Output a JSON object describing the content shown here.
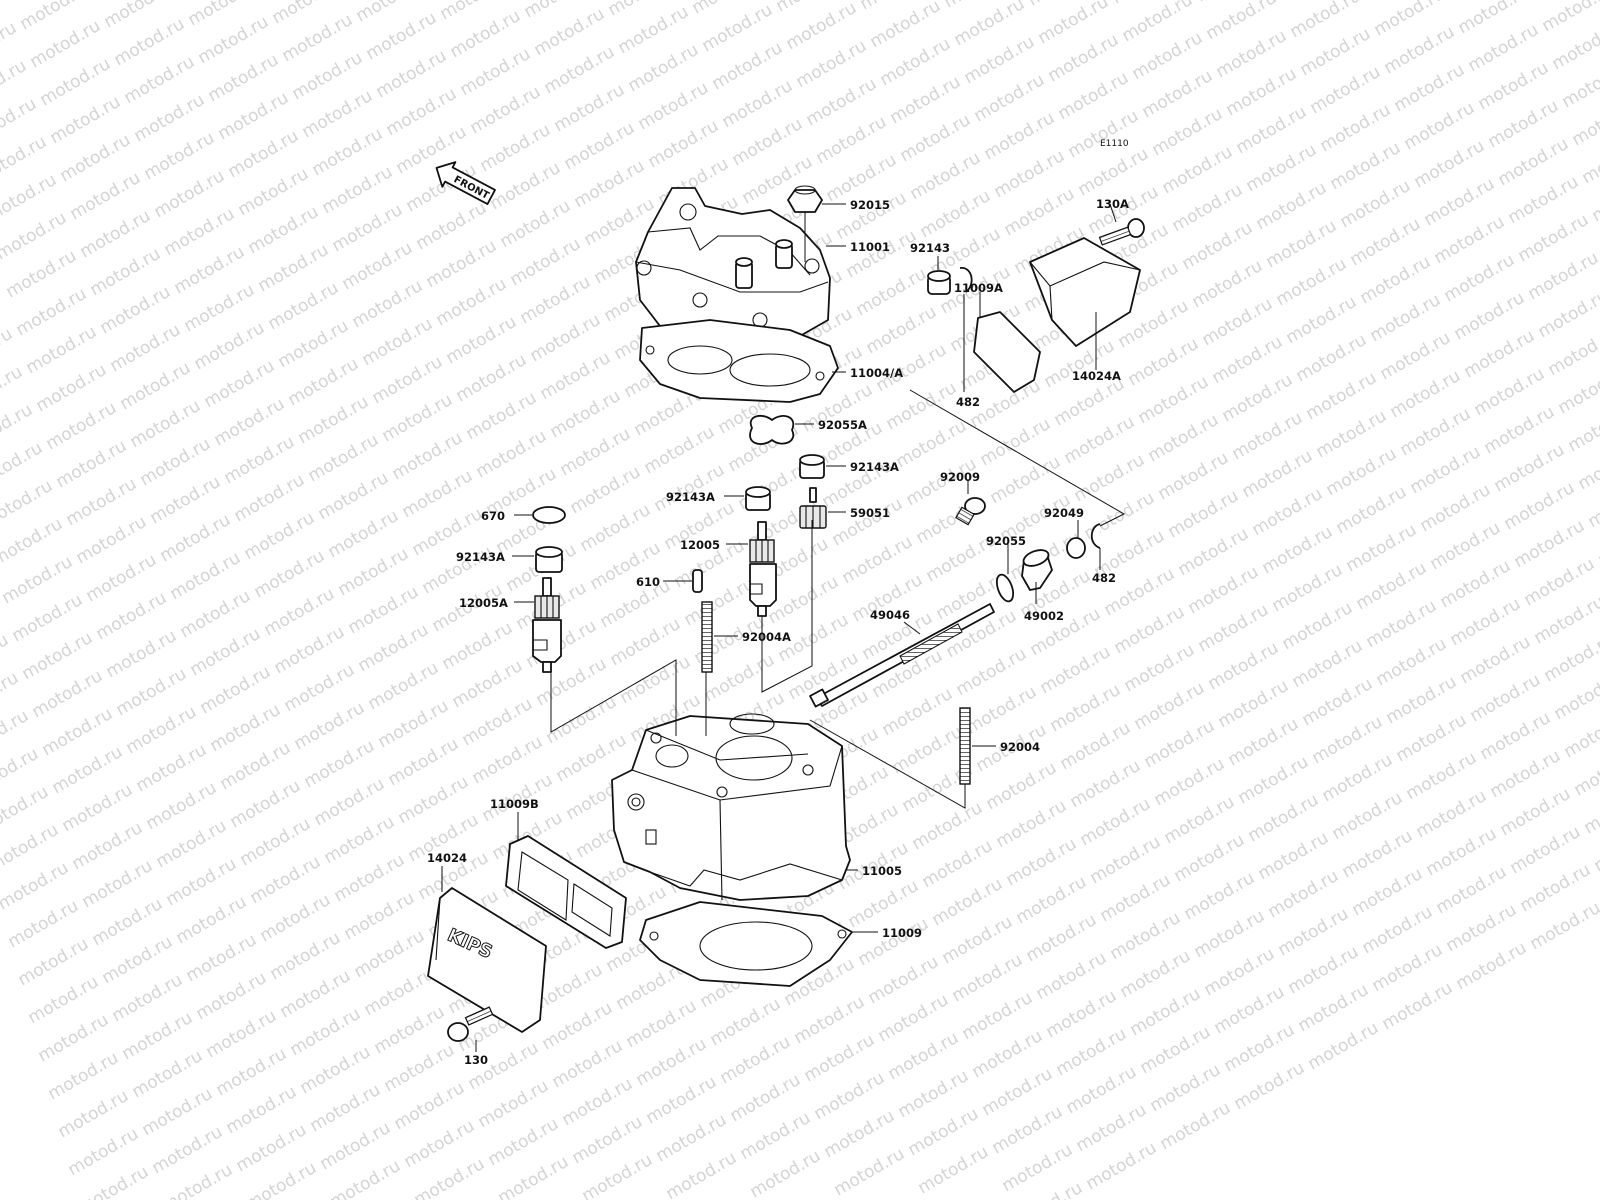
{
  "diagram": {
    "code": "E1110",
    "front_label": "FRONT",
    "cover_text": "KIPS",
    "watermark_text": "motod.ru",
    "labels": {
      "p92015": "92015",
      "p11001": "11001",
      "p11004A": "11004/A",
      "p92055A": "92055A",
      "p92143A_r": "92143A",
      "p92143A_m": "92143A",
      "p59051": "59051",
      "p12005": "12005",
      "p670": "670",
      "p92143A_l": "92143A",
      "p12005A": "12005A",
      "p610": "610",
      "p92004A": "92004A",
      "p130A": "130A",
      "p11009A": "11009A",
      "p92143": "92143",
      "p482_top": "482",
      "p14024A": "14024A",
      "p92009": "92009",
      "p92049": "92049",
      "p92055": "92055",
      "p482_bot": "482",
      "p49002": "49002",
      "p49046": "49046",
      "p92004": "92004",
      "p11009B": "11009B",
      "p14024": "14024",
      "p11005": "11005",
      "p11009": "11009",
      "p130": "130"
    }
  }
}
